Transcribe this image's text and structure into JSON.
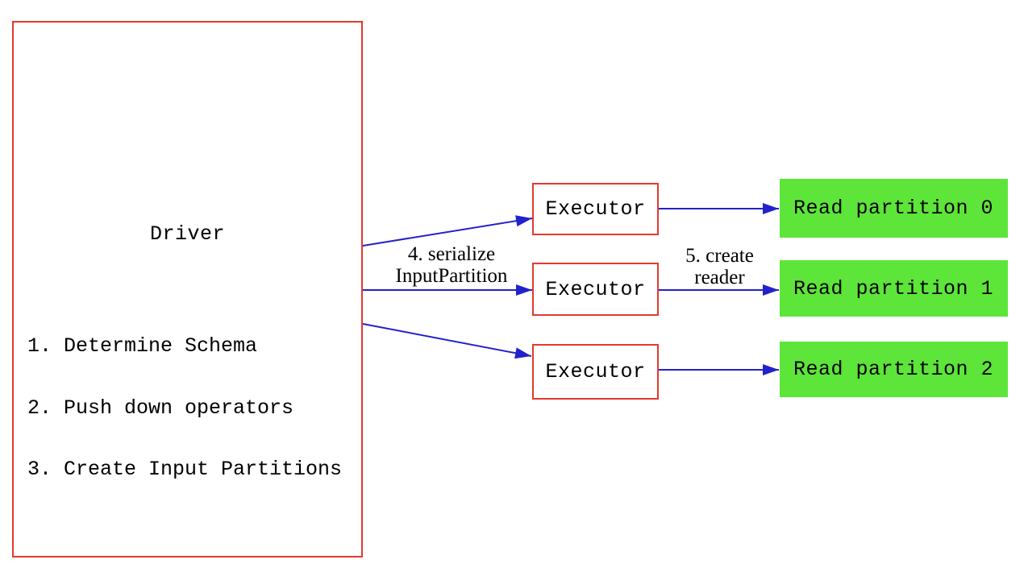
{
  "diagram": {
    "driver": {
      "title": "Driver",
      "steps": [
        "1. Determine Schema",
        "2. Push down operators",
        "3. Create Input Partitions"
      ]
    },
    "executors": [
      {
        "label": "Executor"
      },
      {
        "label": "Executor"
      },
      {
        "label": "Executor"
      }
    ],
    "partitions": [
      {
        "label": "Read partition 0"
      },
      {
        "label": "Read partition 1"
      },
      {
        "label": "Read partition 2"
      }
    ],
    "arrow_labels": {
      "serialize": {
        "line1": "4. serialize",
        "line2": "InputPartition"
      },
      "create_reader": {
        "line1": "5. create",
        "line2": "reader"
      }
    },
    "colors": {
      "box_border": "#e4392c",
      "partition_fill": "#5de53a",
      "arrow": "#2222cc",
      "text": "#000000",
      "background": "#ffffff"
    }
  }
}
